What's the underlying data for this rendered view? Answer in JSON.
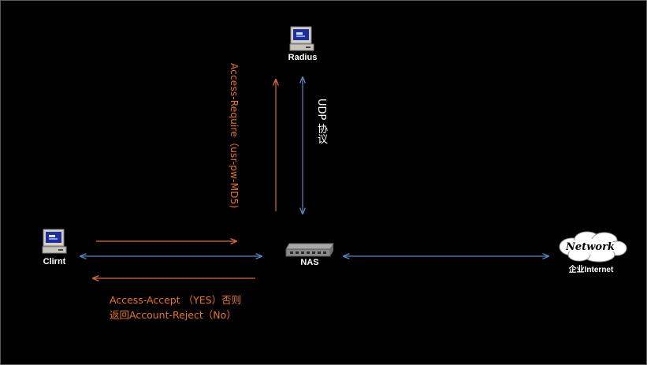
{
  "nodes": {
    "radius": "Radius",
    "client": "Clirnt",
    "nas": "NAS",
    "network_cloud": "Network",
    "network": "企业Internet"
  },
  "labels": {
    "access_require": "Access-Require（usr-pw-MD5)",
    "udp": "UDP 协议",
    "response_line1": "Access-Accept （YES）否则",
    "response_line2": "返回Account-Reject（No）"
  },
  "colors": {
    "request_arrow": "#d9693a",
    "link_arrow": "#5b86c4",
    "text_orange": "#e8742e",
    "text_white": "#ffffff"
  },
  "icons": {
    "radius": "computer-icon",
    "client": "computer-icon",
    "nas": "network-switch-icon",
    "network": "cloud-icon"
  }
}
